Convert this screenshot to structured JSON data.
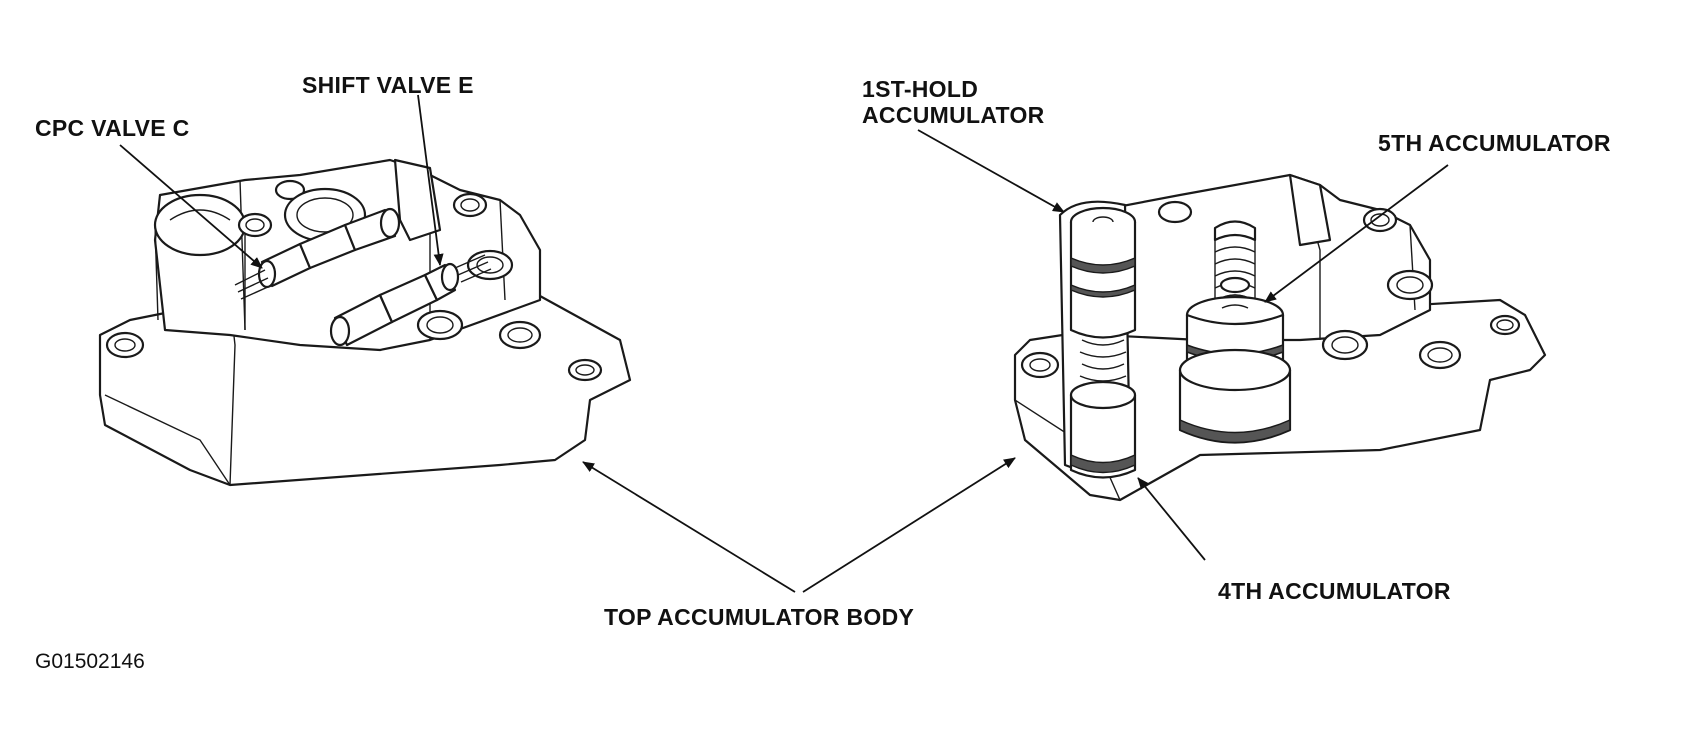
{
  "labels": {
    "shift_valve_e": "SHIFT VALVE E",
    "cpc_valve_c": "CPC VALVE C",
    "first_hold_line1": "1ST-HOLD",
    "first_hold_line2": "ACCUMULATOR",
    "fifth_accumulator": "5TH ACCUMULATOR",
    "fourth_accumulator": "4TH ACCUMULATOR",
    "top_accumulator_body": "TOP ACCUMULATOR BODY"
  },
  "figure_code": "G01502146"
}
